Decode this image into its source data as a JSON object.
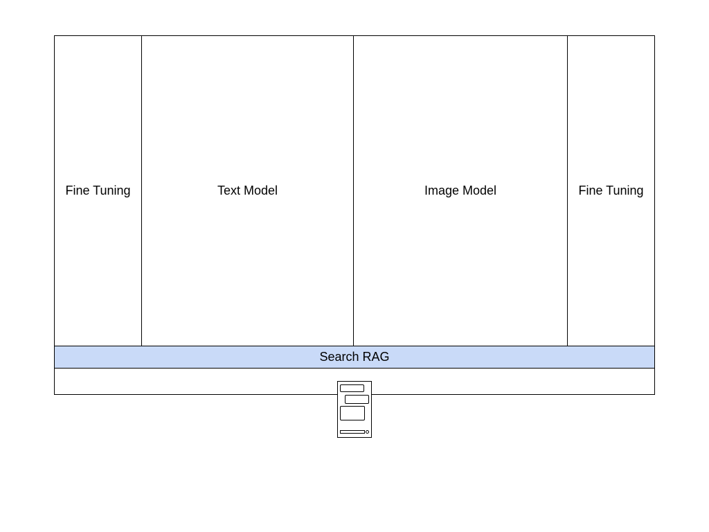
{
  "diagram": {
    "blocks": {
      "fine_tuning_left": "Fine Tuning",
      "text_model": "Text Model",
      "image_model": "Image Model",
      "fine_tuning_right": "Fine Tuning",
      "search_rag": "Search RAG"
    },
    "colors": {
      "search_rag_fill": "#c9daf8",
      "stroke": "#000000",
      "background": "#ffffff"
    },
    "icons": {
      "chat_device": "phone-chat-icon"
    }
  }
}
